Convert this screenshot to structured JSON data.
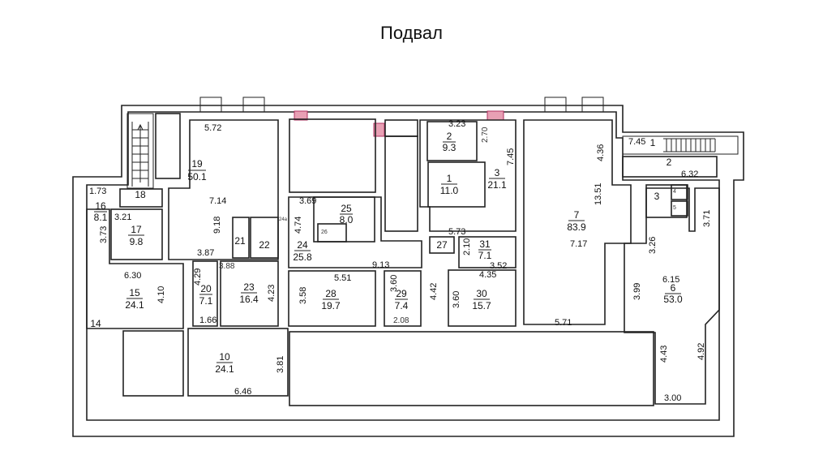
{
  "title": "Подвал",
  "rooms": [
    {
      "no": "19",
      "area": "50.1"
    },
    {
      "no": "16",
      "area": "8.1"
    },
    {
      "no": "17",
      "area": "9.8"
    },
    {
      "no": "15",
      "area": "24.1"
    },
    {
      "no": "20",
      "area": "7.1"
    },
    {
      "no": "23",
      "area": "16.4"
    },
    {
      "no": "25",
      "area": "8.0"
    },
    {
      "no": "24",
      "area": "25.8"
    },
    {
      "no": "28",
      "area": "19.7"
    },
    {
      "no": "29",
      "area": "7.4"
    },
    {
      "no": "2",
      "area": "9.3"
    },
    {
      "no": "1",
      "area": "11.0"
    },
    {
      "no": "3",
      "area": "21.1"
    },
    {
      "no": "31",
      "area": "7.1"
    },
    {
      "no": "30",
      "area": "15.7"
    },
    {
      "no": "7",
      "area": "83.9"
    },
    {
      "no": "6",
      "area": "53.0"
    },
    {
      "no": "10",
      "area": "24.1"
    }
  ],
  "room_numbers": [
    "18",
    "21",
    "22",
    "27",
    "14",
    "1",
    "2",
    "3",
    "4",
    "5",
    "26",
    "24a"
  ],
  "dimensions": [
    "5.72",
    "7.14",
    "9.18",
    "3.87",
    "3.88",
    "1.73",
    "3.21",
    "3.73",
    "6.30",
    "4.10",
    "4.29",
    "1.66",
    "4.23",
    "3.69",
    "4.74",
    "9.13",
    "5.51",
    "3.58",
    "3.60",
    "2.08",
    "4.42",
    "3.23",
    "2.70",
    "7.45",
    "5.73",
    "2.10",
    "3.52",
    "4.35",
    "3.60",
    "4.36",
    "13.51",
    "7.17",
    "5.71",
    "7.45",
    "6.32",
    "3.71",
    "3.26",
    "3.99",
    "6.15",
    "4.43",
    "4.92",
    "3.00",
    "3.81",
    "6.46"
  ]
}
